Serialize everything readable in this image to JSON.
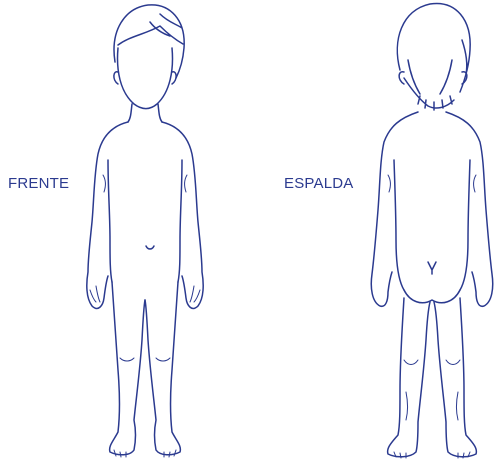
{
  "labels": {
    "front": "FRENTE",
    "back": "ESPALDA"
  },
  "colors": {
    "line": "#2b3a8f",
    "text": "#2b3a8f",
    "background": "#ffffff"
  },
  "figures": [
    {
      "view": "front",
      "icon": "child-body-front-outline"
    },
    {
      "view": "back",
      "icon": "child-body-back-outline"
    }
  ]
}
